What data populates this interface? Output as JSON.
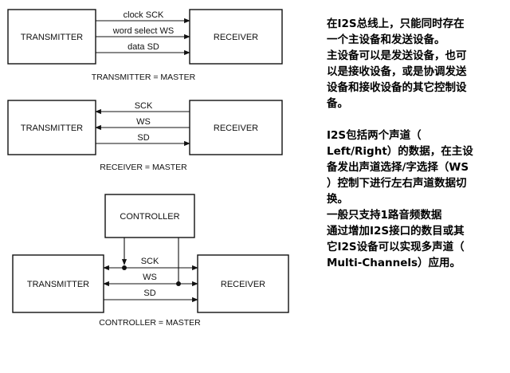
{
  "diagrams": [
    {
      "boxes": {
        "left": "TRANSMITTER",
        "right": "RECEIVER"
      },
      "signals": [
        "clock SCK",
        "word select WS",
        "data SD"
      ],
      "caption": "TRANSMITTER = MASTER"
    },
    {
      "boxes": {
        "left": "TRANSMITTER",
        "right": "RECEIVER"
      },
      "signals": [
        "SCK",
        "WS",
        "SD"
      ],
      "caption": "RECEIVER = MASTER"
    },
    {
      "boxes": {
        "top": "CONTROLLER",
        "left": "TRANSMITTER",
        "right": "RECEIVER"
      },
      "signals": [
        "SCK",
        "WS",
        "SD"
      ],
      "caption": "CONTROLLER = MASTER"
    }
  ],
  "notes": {
    "para1": [
      "在I2S总线上，只能同时存在",
      "一个主设备和发送设备。",
      "主设备可以是发送设备，也可",
      "以是接收设备，或是协调发送",
      "设备和接收设备的其它控制设",
      "备。"
    ],
    "para2": [
      "I2S包括两个声道（",
      "Left/Right）的数据，在主设",
      "备发出声道选择/字选择（WS",
      "）控制下进行左右声道数据切",
      "换。",
      "一般只支持1路音频数据",
      "通过增加I2S接口的数目或其",
      "它I2S设备可以实现多声道（",
      "Multi-Channels）应用。"
    ]
  }
}
